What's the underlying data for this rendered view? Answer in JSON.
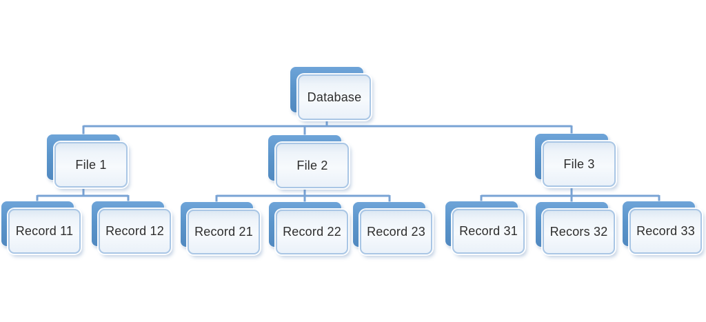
{
  "diagram": {
    "type": "hierarchy",
    "root": {
      "label": "Database"
    },
    "files": [
      {
        "label": "File 1",
        "records": [
          {
            "label": "Record 11"
          },
          {
            "label": "Record 12"
          }
        ]
      },
      {
        "label": "File 2",
        "records": [
          {
            "label": "Record 21"
          },
          {
            "label": "Record 22"
          },
          {
            "label": "Record 23"
          }
        ]
      },
      {
        "label": "File 3",
        "records": [
          {
            "label": "Record 31"
          },
          {
            "label": "Recors 32"
          },
          {
            "label": "Record 33"
          }
        ]
      }
    ],
    "colors": {
      "shape_back": "#5b95cb",
      "shape_border": "#a9c6e5",
      "shape_fill": "#f2f7fc",
      "connector": "#79a3d4",
      "text": "#2d2d2d",
      "background": "#ffffff"
    }
  }
}
